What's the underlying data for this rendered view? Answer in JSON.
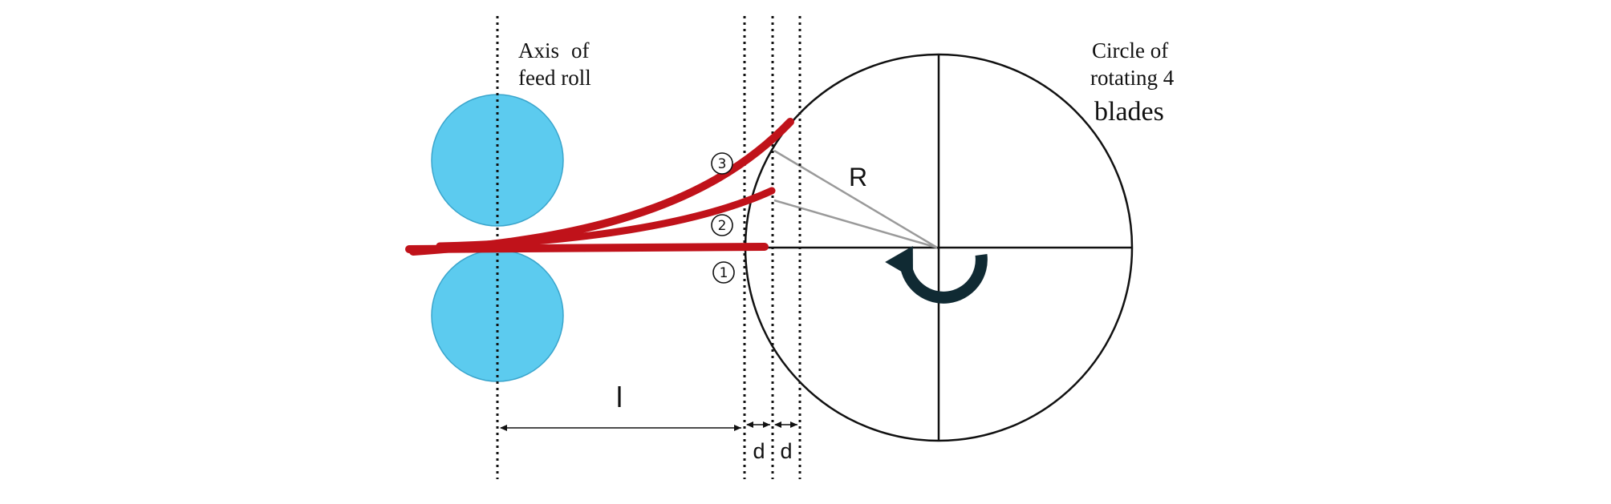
{
  "labels": {
    "feed_roll_axis_line1": "Axis",
    "feed_roll_axis_line2": "of",
    "feed_roll_axis_line3": "feed roll",
    "circle_line1": "Circle of",
    "circle_line2": "rotating 4",
    "circle_line3": "blades",
    "radius": "R",
    "distance_l": "l",
    "spacing_d1": "d",
    "spacing_d2": "d"
  },
  "positions": [
    {
      "id": "1",
      "label": "1"
    },
    {
      "id": "2",
      "label": "2"
    },
    {
      "id": "3",
      "label": "3"
    }
  ],
  "colors": {
    "feed_roll": "#5ccbef",
    "strip": "#c0121a",
    "lines": "#111111",
    "radius_lines": "#9a9a9a"
  },
  "elements": {
    "feed_rolls": 2,
    "blades": 4,
    "rotation": "clockwise-arrow-icon"
  }
}
